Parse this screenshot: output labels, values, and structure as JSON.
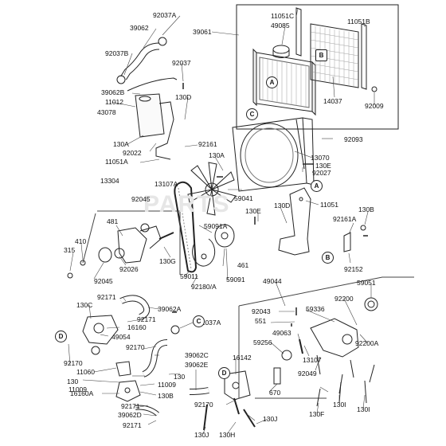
{
  "diagram": {
    "watermark": "PARTS",
    "part_labels": [
      {
        "id": "l1",
        "text": "92037A"
      },
      {
        "id": "l2",
        "text": "39062"
      },
      {
        "id": "l3",
        "text": "39061"
      },
      {
        "id": "l4",
        "text": "11051C"
      },
      {
        "id": "l5",
        "text": "49085"
      },
      {
        "id": "l6",
        "text": "11051B"
      },
      {
        "id": "l7",
        "text": "92037B"
      },
      {
        "id": "l8",
        "text": "92037"
      },
      {
        "id": "l9",
        "text": "39062B"
      },
      {
        "id": "l10",
        "text": "11012"
      },
      {
        "id": "l11",
        "text": "130D"
      },
      {
        "id": "l12",
        "text": "43078"
      },
      {
        "id": "l13",
        "text": "14037"
      },
      {
        "id": "l14",
        "text": "92009"
      },
      {
        "id": "l15",
        "text": "130A"
      },
      {
        "id": "l16",
        "text": "92022"
      },
      {
        "id": "l17",
        "text": "92161"
      },
      {
        "id": "l18",
        "text": "11051A"
      },
      {
        "id": "l19",
        "text": "130A"
      },
      {
        "id": "l20",
        "text": "92093"
      },
      {
        "id": "l21",
        "text": "13070"
      },
      {
        "id": "l22",
        "text": "130E"
      },
      {
        "id": "l23",
        "text": "92027"
      },
      {
        "id": "l24",
        "text": "13304"
      },
      {
        "id": "l25",
        "text": "13107A"
      },
      {
        "id": "l26",
        "text": "92045"
      },
      {
        "id": "l27",
        "text": "59041"
      },
      {
        "id": "l28",
        "text": "130E"
      },
      {
        "id": "l29",
        "text": "130D"
      },
      {
        "id": "l30",
        "text": "11051"
      },
      {
        "id": "l31",
        "text": "130B"
      },
      {
        "id": "l32",
        "text": "481"
      },
      {
        "id": "l33",
        "text": "59091A"
      },
      {
        "id": "l34",
        "text": "92161A"
      },
      {
        "id": "l35",
        "text": "410"
      },
      {
        "id": "l36",
        "text": "315"
      },
      {
        "id": "l37",
        "text": "92026"
      },
      {
        "id": "l38",
        "text": "130G"
      },
      {
        "id": "l39",
        "text": "461"
      },
      {
        "id": "l40",
        "text": "92152"
      },
      {
        "id": "l41",
        "text": "92045"
      },
      {
        "id": "l42",
        "text": "59091"
      },
      {
        "id": "l43",
        "text": "92180/A"
      },
      {
        "id": "l44",
        "text": "59011"
      },
      {
        "id": "l45",
        "text": "49044"
      },
      {
        "id": "l46",
        "text": "59051"
      },
      {
        "id": "l47",
        "text": "92171"
      },
      {
        "id": "l48",
        "text": "130C"
      },
      {
        "id": "l49",
        "text": "39062A"
      },
      {
        "id": "l50",
        "text": "92171"
      },
      {
        "id": "l51",
        "text": "16160"
      },
      {
        "id": "l52",
        "text": "92043"
      },
      {
        "id": "l53",
        "text": "59336"
      },
      {
        "id": "l54",
        "text": "92200"
      },
      {
        "id": "l55",
        "text": "551"
      },
      {
        "id": "l56",
        "text": "92037A"
      },
      {
        "id": "l57",
        "text": "49054"
      },
      {
        "id": "l58",
        "text": "92170"
      },
      {
        "id": "l59",
        "text": "49063"
      },
      {
        "id": "l60",
        "text": "92200A"
      },
      {
        "id": "l61",
        "text": "39062C"
      },
      {
        "id": "l62",
        "text": "92170"
      },
      {
        "id": "l63",
        "text": "11060"
      },
      {
        "id": "l64",
        "text": "130"
      },
      {
        "id": "l65",
        "text": "39062E"
      },
      {
        "id": "l66",
        "text": "16142"
      },
      {
        "id": "l67",
        "text": "59256"
      },
      {
        "id": "l68",
        "text": "13107"
      },
      {
        "id": "l69",
        "text": "92049"
      },
      {
        "id": "l70",
        "text": "130"
      },
      {
        "id": "l71",
        "text": "11009"
      },
      {
        "id": "l72",
        "text": "11009"
      },
      {
        "id": "l73",
        "text": "16160A"
      },
      {
        "id": "l74",
        "text": "130B"
      },
      {
        "id": "l75",
        "text": "670"
      },
      {
        "id": "l76",
        "text": "92171"
      },
      {
        "id": "l77",
        "text": "92170"
      },
      {
        "id": "l78",
        "text": "39062D"
      },
      {
        "id": "l79",
        "text": "130F"
      },
      {
        "id": "l80",
        "text": "130I"
      },
      {
        "id": "l81",
        "text": "130I"
      },
      {
        "id": "l82",
        "text": "92171"
      },
      {
        "id": "l83",
        "text": "130J"
      },
      {
        "id": "l84",
        "text": "130H"
      },
      {
        "id": "l85",
        "text": "130J"
      }
    ],
    "reference_markers": [
      {
        "id": "r1",
        "text": "A"
      },
      {
        "id": "r2",
        "text": "B"
      },
      {
        "id": "r3",
        "text": "C"
      },
      {
        "id": "r4",
        "text": "A"
      },
      {
        "id": "r5",
        "text": "B"
      },
      {
        "id": "r6",
        "text": "D"
      },
      {
        "id": "r7",
        "text": "C"
      },
      {
        "id": "r8",
        "text": "D"
      }
    ]
  }
}
